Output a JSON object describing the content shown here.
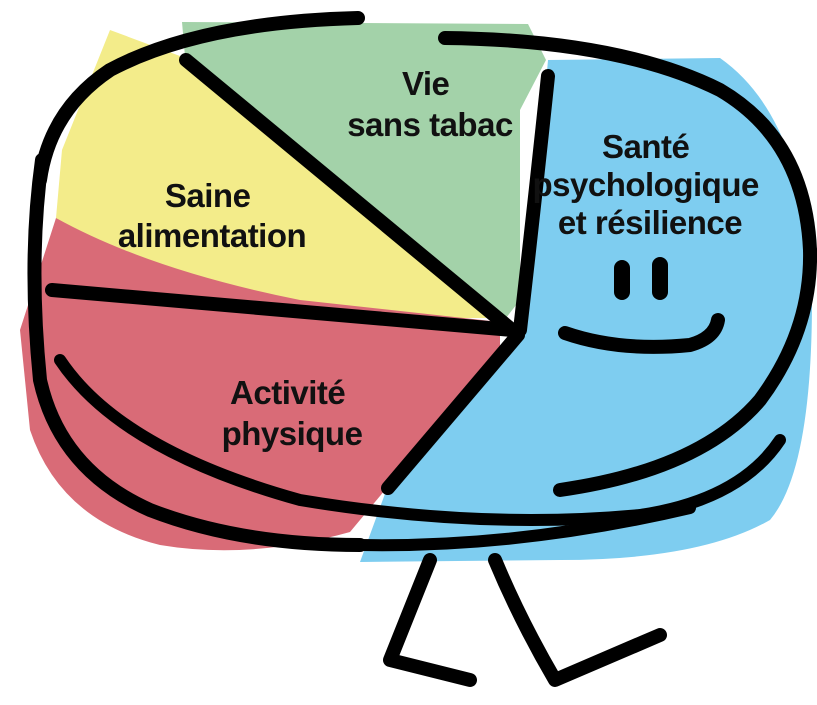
{
  "segments": [
    {
      "id": "vie-sans-tabac",
      "lines": [
        "Vie",
        "sans tabac"
      ],
      "color": "#a3d2a9"
    },
    {
      "id": "sante-psychologique",
      "lines": [
        "Santé",
        "psychologique",
        "et résilience"
      ],
      "color": "#7ecdf0"
    },
    {
      "id": "saine-alimentation",
      "lines": [
        "Saine",
        "alimentation"
      ],
      "color": "#f3ec8a"
    },
    {
      "id": "activite-physique",
      "lines": [
        "Activité",
        "physique"
      ],
      "color": "#d96b77"
    }
  ],
  "ink_color": "#000000"
}
